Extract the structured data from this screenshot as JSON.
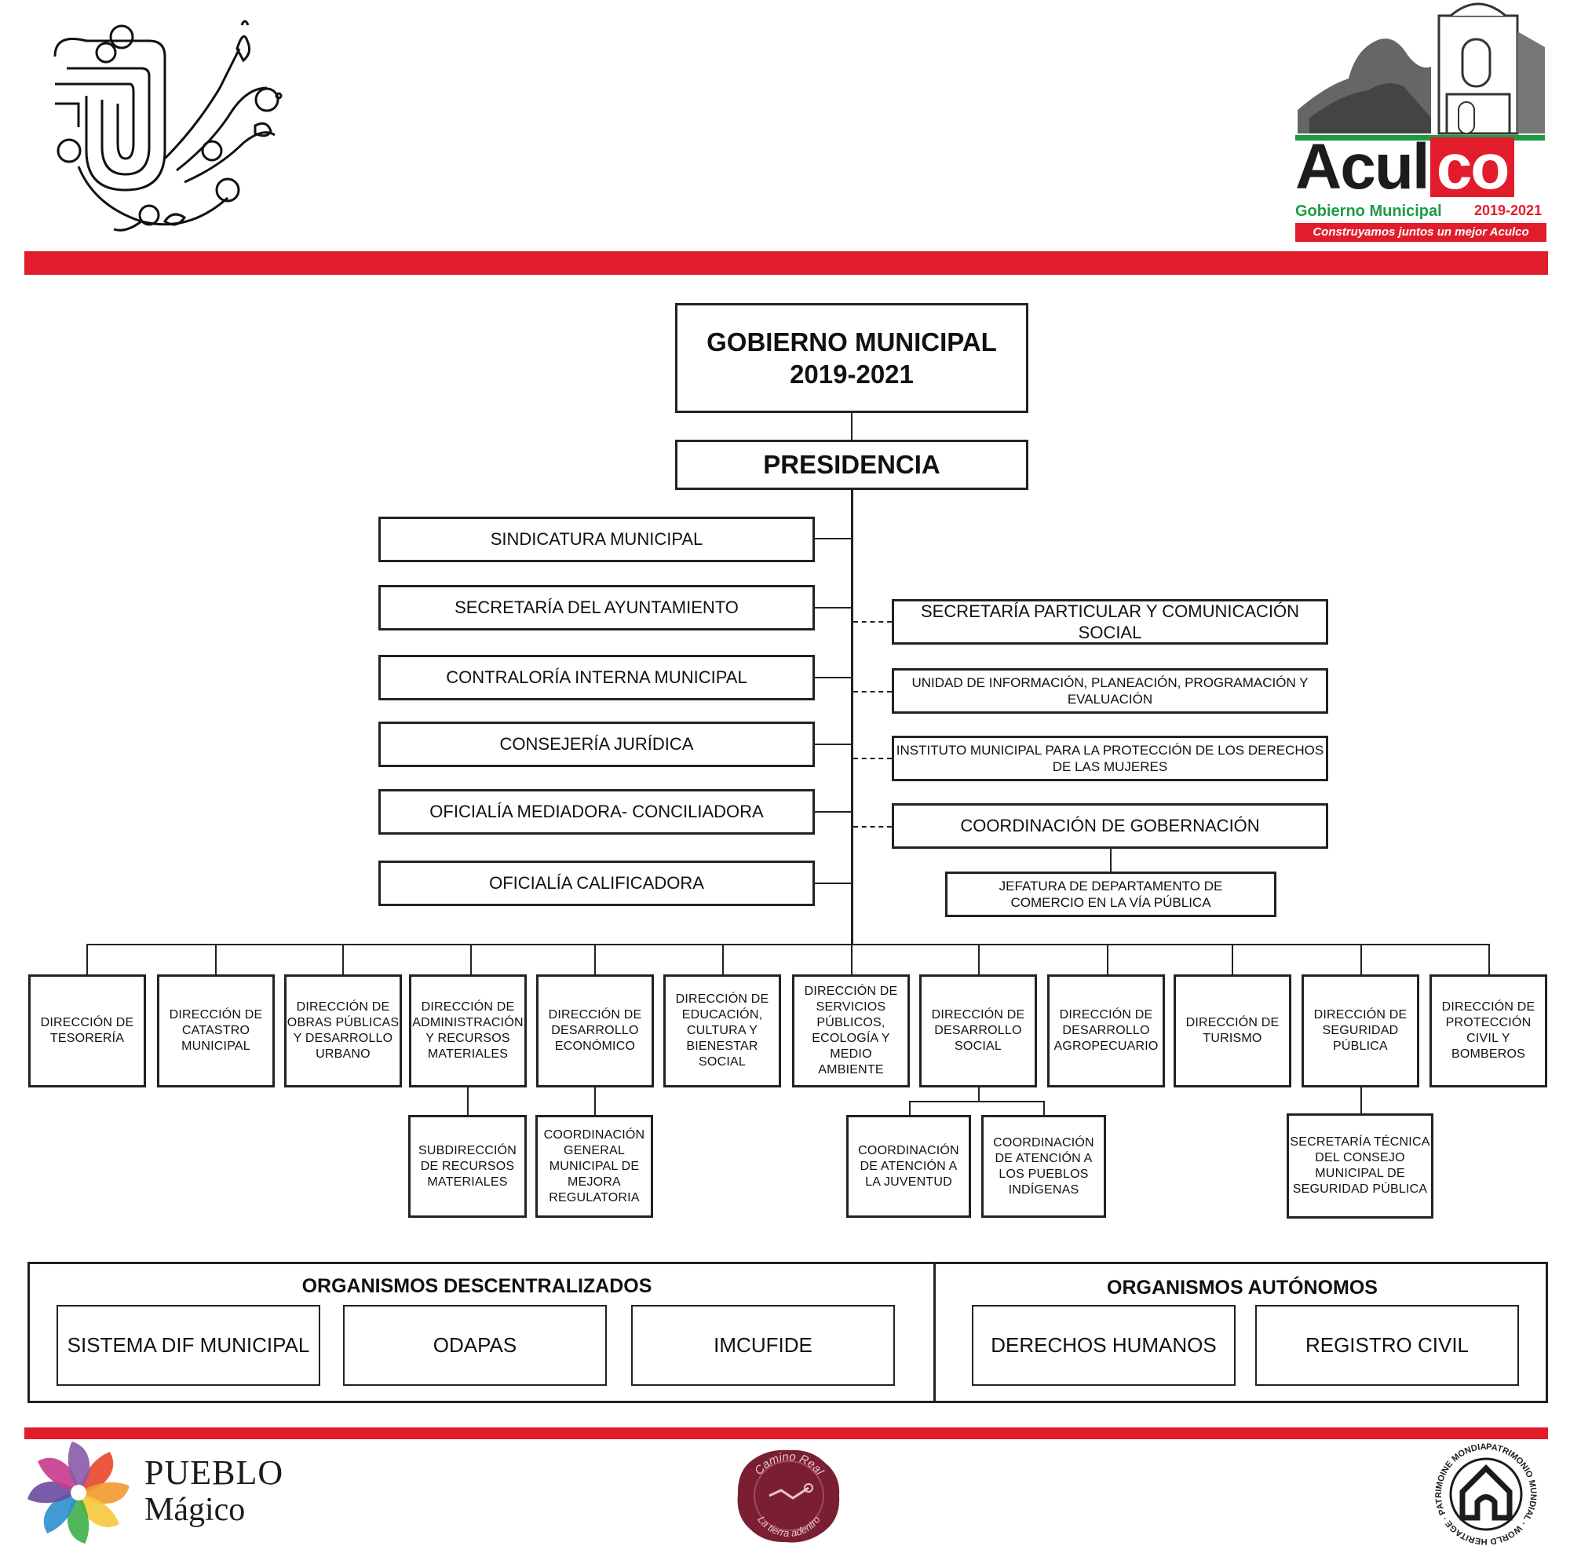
{
  "header": {
    "brand_name": "Aculco",
    "brand_name_part1": "Acul",
    "brand_name_part2": "co",
    "brand_sub": "Gobierno Municipal",
    "brand_years": "2019-2021",
    "brand_slogan": "Construyamos juntos un mejor Aculco",
    "colors": {
      "red": "#e21d2b",
      "green": "#1e9a46",
      "dark": "#1c1c1c"
    }
  },
  "chart": {
    "top_title": "GOBIERNO MUNICIPAL\n2019-2021",
    "presidencia": "PRESIDENCIA",
    "left_units": [
      "SINDICATURA MUNICIPAL",
      "SECRETARÍA DEL AYUNTAMIENTO",
      "CONTRALORÍA INTERNA MUNICIPAL",
      "CONSEJERÍA JURÍDICA",
      "OFICIALÍA MEDIADORA- CONCILIADORA",
      "OFICIALÍA CALIFICADORA"
    ],
    "right_units": [
      "SECRETARÍA PARTICULAR Y COMUNICACIÓN SOCIAL",
      "UNIDAD DE INFORMACIÓN, PLANEACIÓN, PROGRAMACIÓN Y\nEVALUACIÓN",
      "INSTITUTO MUNICIPAL PARA LA PROTECCIÓN DE LOS DERECHOS\nDE LAS MUJERES",
      "COORDINACIÓN DE GOBERNACIÓN"
    ],
    "jefatura": "JEFATURA DE DEPARTAMENTO DE\nCOMERCIO EN LA VÍA PÚBLICA",
    "direcciones": [
      "DIRECCIÓN DE\nTESORERÍA",
      "DIRECCIÓN DE\nCATASTRO\nMUNICIPAL",
      "DIRECCIÓN DE\nOBRAS PÚBLICAS\nY DESARROLLO\nURBANO",
      "DIRECCIÓN DE\nADMINISTRACIÓN\nY RECURSOS\nMATERIALES",
      "DIRECCIÓN DE\nDESARROLLO\nECONÓMICO",
      "DIRECCIÓN DE\nEDUCACIÓN,\nCULTURA Y\nBIENESTAR\nSOCIAL",
      "DIRECCIÓN DE\nSERVICIOS\nPÚBLICOS,\nECOLOGÍA Y\nMEDIO\nAMBIENTE",
      "DIRECCIÓN DE\nDESARROLLO\nSOCIAL",
      "DIRECCIÓN DE\nDESARROLLO\nAGROPECUARIO",
      "DIRECCIÓN DE\nTURISMO",
      "DIRECCIÓN DE\nSEGURIDAD\nPÚBLICA",
      "DIRECCIÓN DE\nPROTECCIÓN\nCIVIL Y\nBOMBEROS"
    ],
    "sub_units": [
      "SUBDIRECCIÓN\nDE RECURSOS\nMATERIALES",
      "COORDINACIÓN\nGENERAL\nMUNICIPAL DE\nMEJORA\nREGULATORIA",
      "COORDINACIÓN\nDE ATENCIÓN A\nLA JUVENTUD",
      "COORDINACIÓN\nDE ATENCIÓN A\nLOS PUEBLOS\nINDÍGENAS",
      "SECRETARÍA TÉCNICA\nDEL CONSEJO\nMUNICIPAL DE\nSEGURIDAD PÚBLICA"
    ]
  },
  "organismos": {
    "descentralizados_title": "ORGANISMOS DESCENTRALIZADOS",
    "descentralizados": [
      "SISTEMA DIF MUNICIPAL",
      "ODAPAS",
      "IMCUFIDE"
    ],
    "autonomos_title": "ORGANISMOS AUTÓNOMOS",
    "autonomos": [
      "DERECHOS HUMANOS",
      "REGISTRO CIVIL"
    ]
  },
  "footer": {
    "pueblo_magico_line1": "PUEBLO",
    "pueblo_magico_line2": "Mágico",
    "seal_top_text": "Camino Real",
    "seal_bottom_text": "La tierra adentro",
    "heritage_text": "PATRIMONIO MUNDIAL · WORLD HERITAGE · PATRIMOINE MONDIAL ·",
    "pinwheel_colors": [
      "#e8462e",
      "#f29a2e",
      "#f4c93a",
      "#3fae49",
      "#2e8fce",
      "#6a4aa0",
      "#c63a8a",
      "#8b5aa8"
    ]
  }
}
